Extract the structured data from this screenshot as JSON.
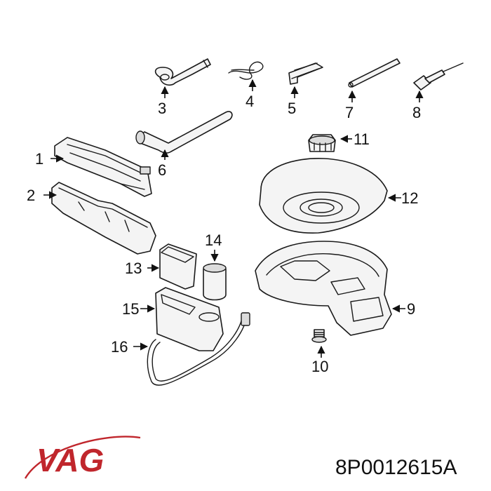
{
  "diagram": {
    "callouts": {
      "c1": "1",
      "c2": "2",
      "c3": "3",
      "c4": "4",
      "c5": "5",
      "c6": "6",
      "c7": "7",
      "c8": "8",
      "c9": "9",
      "c10": "10",
      "c11": "11",
      "c12": "12",
      "c13": "13",
      "c14": "14",
      "c15": "15",
      "c16": "16"
    }
  },
  "brand": {
    "logo_text": "VAG",
    "logo_color": "#c0262c"
  },
  "part_number": "8P0012615A"
}
